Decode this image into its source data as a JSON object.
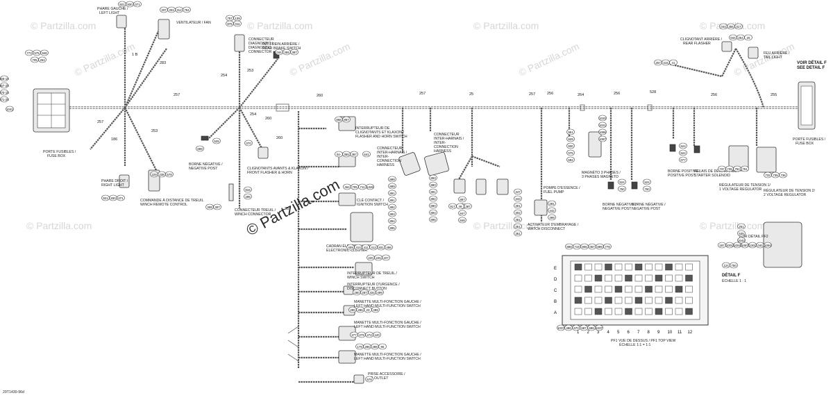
{
  "watermarks": {
    "small": "© Partzilla.com",
    "center": "© Partzilla.com"
  },
  "part_code": "29T1430-96d",
  "labels": {
    "left_light": [
      "PHARE GAUCHE /",
      "LEFT LIGHT"
    ],
    "ventilation_fan": "VENTILATEUR / FAN",
    "diag_connector": [
      "CONNECTEUR",
      "DIAGNOSTIC /",
      "DIAGNOSTIC",
      "CONNECTOR"
    ],
    "rear_brake_switch": [
      "INT. FREIN ARRIÈRE /",
      "REAR BRAKE SWITCH"
    ],
    "fuse_box": [
      "PORTE FUSIBLES /",
      "FUSE BOX"
    ],
    "right_light": [
      "PHARE DROIT /",
      "RIGHT LIGHT"
    ],
    "winch_remote": [
      "COMMANDE À DISTANCE DE TREUIL",
      "WINCH REMOTE CONTROL"
    ],
    "neg_post_left": [
      "BORNE NÉGATIVE /",
      "NEGATIVE POST"
    ],
    "turn_horn_left": [
      "CLIGNOTANTS AVANTS & KLAXON /",
      "FRONT FLASHER & HORN"
    ],
    "winch_connector_lower": [
      "CONNECTEUR TREUIL /",
      "WINCH CONNECTOR"
    ],
    "turn_horn_switch": [
      "INTERRUPTEUR DE",
      "CLIGNOTANTS ET KLAXON /",
      "FLASHER AND HORN SWITCH"
    ],
    "interharness_1": [
      "CONNECTEUR",
      "INTER-HARNAIS /",
      "INTER-",
      "CONNECTION",
      "HARNESS"
    ],
    "interharness_2": [
      "CONNECTEUR",
      "INTER-HARNAIS /",
      "INTER-",
      "CONNECTION",
      "HARNESS"
    ],
    "ignition": [
      "CLÉ CONTACT /",
      "IGNITION SWITCH"
    ],
    "cluster": [
      "CADRAN ÉLECTRONIQUE /",
      "ELECTRONIC CLUSTER"
    ],
    "winch_switch": [
      "INTERRUPTEUR DE TREUIL /",
      "WINCH SWITCH"
    ],
    "disconnect": [
      "INTERRUPTEUR D'URGENCE /",
      "DISCONNECT BUTTON"
    ],
    "multi_left_1": [
      "MANETTE MULTI-FONCTION GAUCHE /",
      "LEFT HAND MULTI-FUNCTION SWITCH"
    ],
    "multi_left_2": [
      "MANETTE MULTI-FONCTION GAUCHE /",
      "LEFT HAND MULTI-FUNCTION SWITCH"
    ],
    "multi_left_3": [
      "MANETTE MULTI-FONCTION GAUCHE /",
      "LEFT HAND MULTI-FUNCTION SWITCH"
    ],
    "dc_outlet": [
      "PRISE ACCESSOIRE /",
      "DC OUTLET"
    ],
    "fuel_pump": [
      "POMPE D'ESSENCE /",
      "FUEL PUMP"
    ],
    "magneto": [
      "MAGNÉTO 3 PHASES /",
      "3 PHASES MAGNETO"
    ],
    "watch_disconnect": [
      "ACTIVATEUR D'EMBRAYAGE /",
      "WATCH DISCONNECT"
    ],
    "neg_post_mid": [
      "BORNE NÉGATIVE /",
      "NEGATIVE POST"
    ],
    "neg_post_right": [
      "BORNE NÉGATIVE /",
      "NEGATIVE POST"
    ],
    "pos_post": [
      "BORNE POSITIVE /",
      "POSITIVE POST"
    ],
    "starter_relay": [
      "RELAIS DE DÉMARRAGE /",
      "STARTER SOLENOID"
    ],
    "rear_flasher": [
      "CLIGNOTANT ARRIÈRE /",
      "REAR FLASHER"
    ],
    "tail_light": [
      "FEU ARRIÈRE /",
      "TAIL LIGHT"
    ],
    "regulator_1": [
      "RÉGULATEUR DE TENSION 1/",
      "1 VOLTAGE REGULATOR"
    ],
    "regulator_2": [
      "RÉGULATEUR DE TENSION 2/",
      "2 VOLTAGE REGULATOR"
    ],
    "voir_detail_f": [
      "VOIR DÉTAIL F",
      "SEE DETAIL F"
    ],
    "fuse_box_right": [
      "PORTE FUSIBLES /",
      "FUSE BOX"
    ],
    "voir_detail_pf2": "VOIR DÉTAIL PF2",
    "detail_f": [
      "DÉTAIL F",
      "ÉCHELLE 1 : 1"
    ],
    "fuse_view": "PF1 VUE DE DESSUS / PF1 TOP VIEW",
    "fuse_scale": "ÉCHELLE 1:1 = 1:1",
    "fuse_rows": [
      "E",
      "D",
      "C",
      "B",
      "A"
    ],
    "fuse_cols": [
      "1",
      "2",
      "3",
      "4",
      "5",
      "6",
      "7",
      "8",
      "9",
      "10",
      "11",
      "12"
    ]
  },
  "harness_numbers": {
    "main": [
      "257",
      "260",
      "257",
      "25",
      "257",
      "256",
      "264",
      "256",
      "528",
      "256",
      "255"
    ],
    "left": [
      "1 B",
      "283",
      "254",
      "253",
      "257",
      "186",
      "253",
      "254",
      "260",
      "260",
      "257"
    ]
  },
  "callouts": {
    "left_light": [
      "921",
      "930",
      "071"
    ],
    "fan": [
      "337",
      "331",
      "312",
      "764"
    ],
    "diag": [
      "757",
      "139"
    ],
    "diag2": [
      "876",
      "011"
    ],
    "brake": [
      "044",
      "355",
      "387"
    ],
    "fuse_left_top": [
      "773",
      "575",
      "946"
    ],
    "fuse_left_2": [
      "705",
      "264"
    ],
    "fuse_left_side": [
      "666-1X",
      "667-2X",
      "670-1X",
      "671-2X"
    ],
    "fuse_left_main": "1041",
    "right_light": [
      "921",
      "930",
      "071"
    ],
    "winch_remote": [
      "229",
      "238",
      "578"
    ],
    "neg_left": "699",
    "neg_left_2": "525",
    "turn_horn": "070",
    "winch_conn": [
      "916",
      "295"
    ],
    "winch_conn_2": [
      "308",
      "307"
    ],
    "flasher_horn": [
      "868",
      "867"
    ],
    "interharness_a": [
      "04-",
      "355",
      "387"
    ],
    "interharness_a2": "641",
    "ignition": [
      "464",
      "705",
      "711",
      "1326"
    ],
    "cluster": [
      "409",
      "410",
      "411",
      "412",
      "831",
      "498"
    ],
    "winch_sw": [
      "220",
      "226",
      "227"
    ],
    "disconnect": [
      "280",
      "287",
      "334",
      "499"
    ],
    "multi1": [
      "280",
      "286",
      "23",
      "499"
    ],
    "multi2": [
      "277",
      "279",
      "272",
      "120"
    ],
    "multi3": [
      "179",
      "286",
      "499",
      "96"
    ],
    "dc": "579",
    "col_a": [
      "888",
      "889",
      "891",
      "891",
      "892",
      "893",
      "894",
      "895"
    ],
    "col_b": [
      "893",
      "890",
      "891",
      "892",
      "890",
      "894",
      "895"
    ],
    "col_c": [
      "347",
      "343",
      "301",
      "302",
      "351",
      "351",
      "351"
    ],
    "pump": [
      "951",
      "929",
      "930",
      "075",
      "692"
    ],
    "pump_b": [
      "887",
      "850",
      "847",
      "848"
    ],
    "pump_c": [
      "917",
      "49",
      "387"
    ],
    "magneto": [
      "1020",
      "1021",
      "1086",
      "1087"
    ],
    "watch": [
      "281",
      "442",
      "499"
    ],
    "neg_mid": [
      "524",
      "750"
    ],
    "neg_right": [
      "524",
      "750"
    ],
    "post": [
      "524",
      "524",
      "077"
    ],
    "relays": [
      "737",
      "735",
      "752",
      "751"
    ],
    "relays2": [
      "732",
      "735",
      "736"
    ],
    "rear_fl": [
      "044",
      "355",
      "317"
    ],
    "rear_fl2": [
      "044",
      "254",
      "25"
    ],
    "rear_fl3": [
      "257",
      "415",
      "41"
    ],
    "pf2": [
      "251",
      "535",
      "1042"
    ],
    "pf2b": [
      "187",
      "1001",
      "1004",
      "1087",
      "1301",
      "040",
      "1094"
    ],
    "pf2c": [
      "124",
      "750"
    ],
    "detail_top": [
      "899",
      "719",
      "906",
      "057",
      "899",
      "778"
    ],
    "detail_bottom": [
      "1037",
      "486",
      "670",
      "687",
      "686",
      "1037"
    ]
  }
}
